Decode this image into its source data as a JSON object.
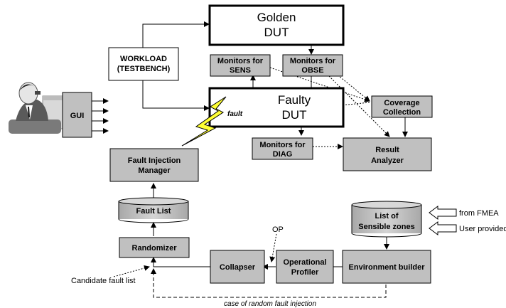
{
  "nodes": {
    "golden_dut": [
      "Golden",
      "DUT"
    ],
    "faulty_dut": [
      "Faulty",
      "DUT"
    ],
    "workload": [
      "WORKLOAD",
      "(TESTBENCH)"
    ],
    "monitors_sens": [
      "Monitors for",
      "SENS"
    ],
    "monitors_obse": [
      "Monitors for",
      "OBSE"
    ],
    "monitors_diag": [
      "Monitors for",
      "DIAG"
    ],
    "coverage": [
      "Coverage",
      "Collection"
    ],
    "result": [
      "Result",
      "Analyzer"
    ],
    "gui": "GUI",
    "fim": [
      "Fault Injection",
      "Manager"
    ],
    "fault_list": "Fault List",
    "randomizer": "Randomizer",
    "collapser": "Collapser",
    "op_profiler": [
      "Operational",
      "Profiler"
    ],
    "env_builder": "Environment builder",
    "sensible": [
      "List of",
      "Sensible zones"
    ]
  },
  "labels": {
    "fault": "fault",
    "op": "OP",
    "from_fmea": "from FMEA",
    "user_provided": "User provided",
    "candidate": "Candidate fault list",
    "random_injection": "case of random fault injection"
  },
  "colors": {
    "box_fill": "#c0c0c0",
    "line": "#000000",
    "lightning": "#ffff33"
  }
}
